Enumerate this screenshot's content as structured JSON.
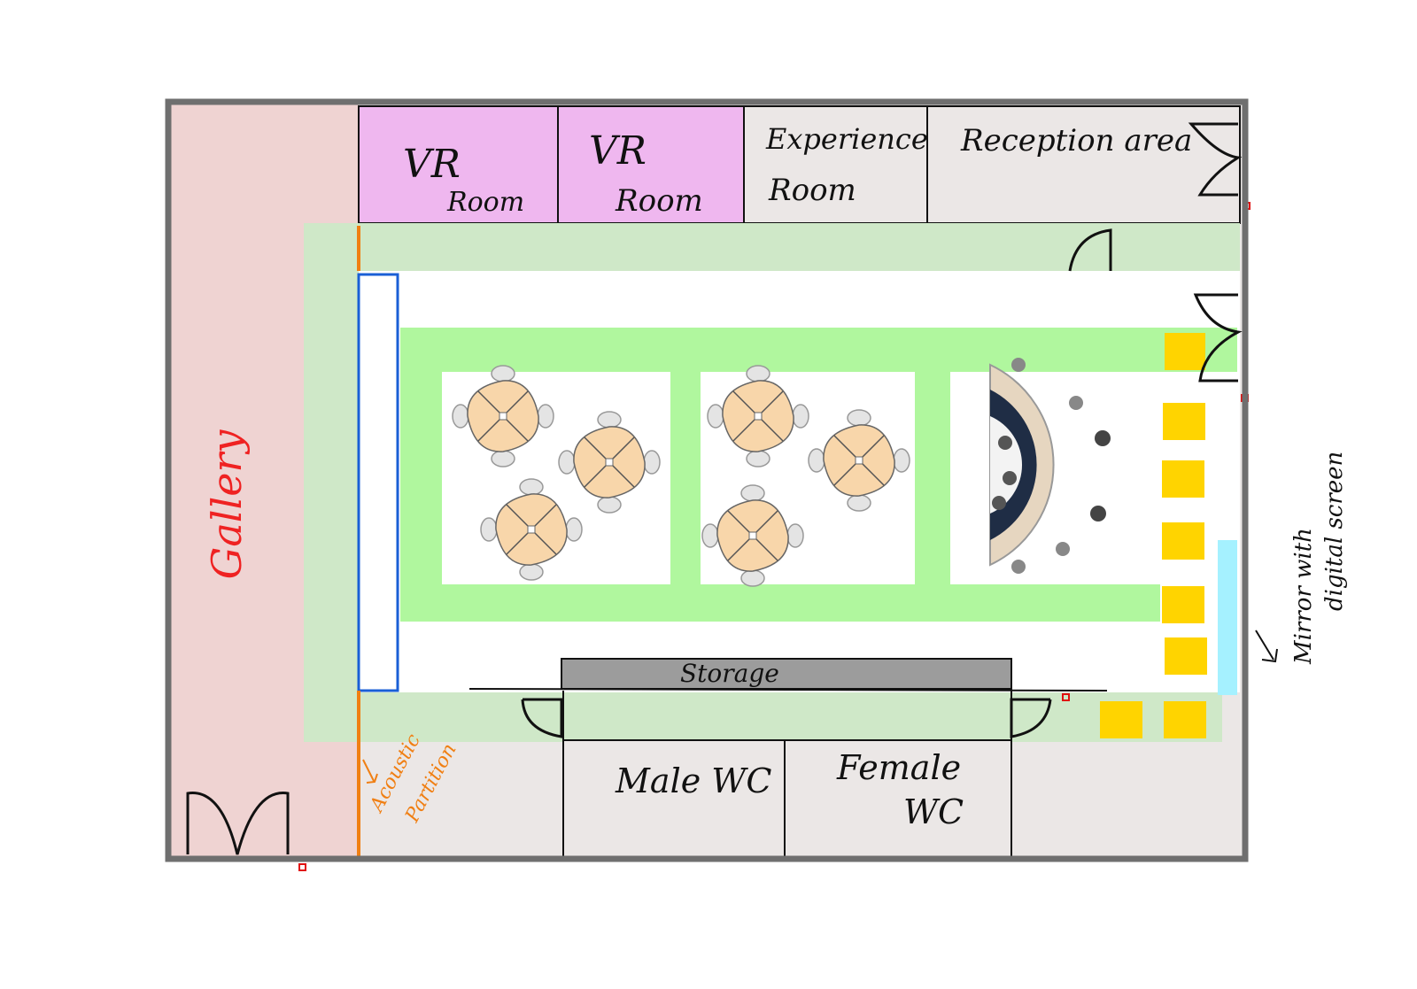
{
  "rooms": {
    "vr_room_1": [
      "VR",
      "Room"
    ],
    "vr_room_2": [
      "VR",
      "Room"
    ],
    "experience_room": [
      "Experience",
      "Room"
    ],
    "reception": "Reception area",
    "gallery": "Gallery",
    "storage": "Storage",
    "male_wc": "Male WC",
    "female_wc": [
      "Female",
      "WC"
    ]
  },
  "annotations": {
    "acoustic_partition": [
      "Acoustic",
      "Partition"
    ],
    "mirror": [
      "Mirror with",
      "digital screen"
    ]
  },
  "colors": {
    "wall": "#6f6f6f",
    "gallery_fill": "#efd3d2",
    "vr_fill": "#efb7ef",
    "room_fill": "#ebe7e6",
    "corridor_light": "#cfe8c8",
    "corridor_bright": "#b0f79e",
    "partition": "#f07f13",
    "table_fill": "#f8d6aa",
    "seat_fill": "#ffd400",
    "mirror_fill": "#a5f1ff",
    "panel_blue": "#1a5fd6",
    "storage_fill": "#9c9c9c",
    "gallery_text": "#ef2222",
    "annotation_text": "#f07f13"
  }
}
